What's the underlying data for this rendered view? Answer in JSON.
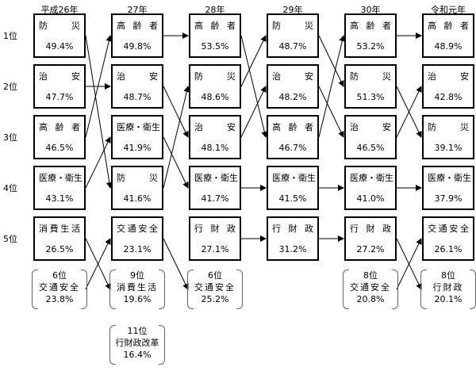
{
  "years": [
    "平成26年",
    "27年",
    "28年",
    "29年",
    "30年",
    "令和元年"
  ],
  "ranks": [
    "1位",
    "2位",
    "3位",
    "4位",
    "5位"
  ],
  "columns": [
    [
      {
        "name": "防災",
        "value": "49.4%"
      },
      {
        "name": "治安",
        "value": "47.7%"
      },
      {
        "name": "高齢者",
        "value": "46.5%"
      },
      {
        "name": "医療・衛生",
        "value": "43.1%"
      },
      {
        "name": "消費生活",
        "value": "26.5%"
      }
    ],
    [
      {
        "name": "高齢者",
        "value": "49.8%"
      },
      {
        "name": "治安",
        "value": "48.7%"
      },
      {
        "name": "医療・衛生",
        "value": "41.9%"
      },
      {
        "name": "防災",
        "value": "41.6%"
      },
      {
        "name": "交通安全",
        "value": "23.1%"
      }
    ],
    [
      {
        "name": "高齢者",
        "value": "53.5%"
      },
      {
        "name": "防災",
        "value": "48.6%"
      },
      {
        "name": "治安",
        "value": "48.1%"
      },
      {
        "name": "医療・衛生",
        "value": "41.7%"
      },
      {
        "name": "行財政",
        "value": "27.1%"
      }
    ],
    [
      {
        "name": "防災",
        "value": "48.7%"
      },
      {
        "name": "治安",
        "value": "48.2%"
      },
      {
        "name": "高齢者",
        "value": "46.7%"
      },
      {
        "name": "医療・衛生",
        "value": "41.5%"
      },
      {
        "name": "行財政",
        "value": "31.2%"
      }
    ],
    [
      {
        "name": "高齢者",
        "value": "53.2%"
      },
      {
        "name": "防災",
        "value": "51.3%"
      },
      {
        "name": "治安",
        "value": "46.5%"
      },
      {
        "name": "医療・衛生",
        "value": "41.0%"
      },
      {
        "name": "行財政",
        "value": "27.2%"
      }
    ],
    [
      {
        "name": "高齢者",
        "value": "48.9%"
      },
      {
        "name": "治安",
        "value": "42.8%"
      },
      {
        "name": "防災",
        "value": "39.1%"
      },
      {
        "name": "医療・衛生",
        "value": "37.9%"
      },
      {
        "name": "交通安全",
        "value": "26.1%"
      }
    ]
  ],
  "extras": [
    {
      "col": 0,
      "rank": "6位",
      "name": "交通安全",
      "value": "23.8%"
    },
    {
      "col": 1,
      "rank": "9位",
      "name": "消費生活",
      "value": "19.6%"
    },
    {
      "col": 1,
      "rank": "11位",
      "name": "行財政改革",
      "value": "16.4%"
    },
    {
      "col": 2,
      "rank": "6位",
      "name": "交通安全",
      "value": "25.2%"
    },
    {
      "col": 4,
      "rank": "8位",
      "name": "交通安全",
      "value": "20.8%"
    },
    {
      "col": 5,
      "rank": "8位",
      "name": "行財政",
      "value": "20.1%"
    }
  ]
}
